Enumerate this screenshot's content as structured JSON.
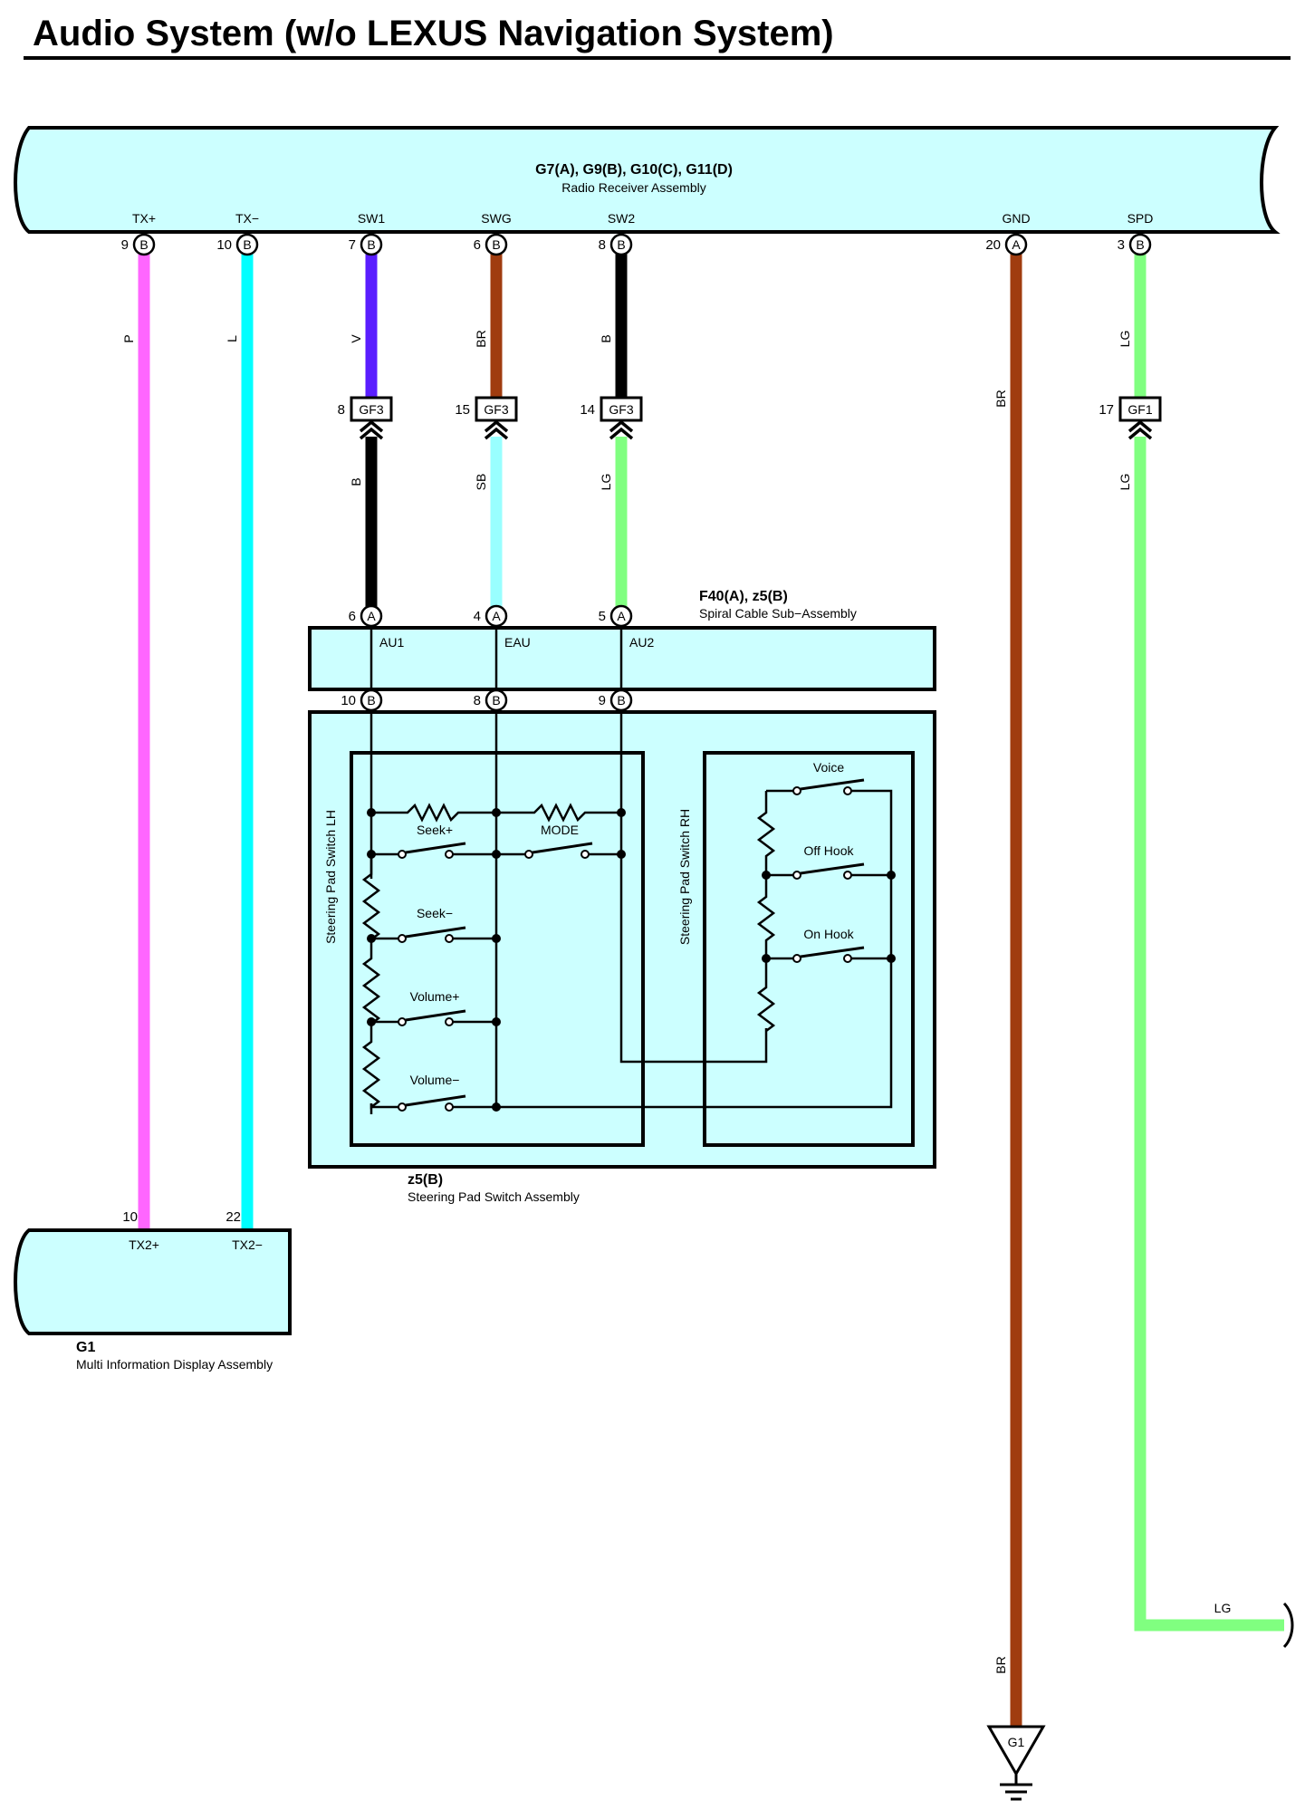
{
  "page": {
    "title": "Audio System (w/o LEXUS Navigation System)"
  },
  "colors": {
    "P": "#ff66ff",
    "L": "#00ffff",
    "V": "#5a1eff",
    "BR": "#a03c0f",
    "B": "#000000",
    "SB": "#99ffff",
    "LG": "#80ff80",
    "box_fill": "#ccffff"
  },
  "radio": {
    "code": "G7(A), G9(B), G10(C), G11(D)",
    "name": "Radio Receiver Assembly",
    "terminals": [
      {
        "name": "TX+",
        "pin": "9",
        "conn": "B"
      },
      {
        "name": "TX−",
        "pin": "10",
        "conn": "B"
      },
      {
        "name": "SW1",
        "pin": "7",
        "conn": "B"
      },
      {
        "name": "SWG",
        "pin": "6",
        "conn": "B"
      },
      {
        "name": "SW2",
        "pin": "8",
        "conn": "B"
      },
      {
        "name": "GND",
        "pin": "20",
        "conn": "A"
      },
      {
        "name": "SPD",
        "pin": "3",
        "conn": "B"
      }
    ]
  },
  "wires": {
    "txp": "P",
    "txm": "L",
    "sw1_top": "V",
    "swg_top": "BR",
    "sw2_top": "B",
    "sw1_bot": "B",
    "swg_bot": "SB",
    "sw2_bot": "LG",
    "gnd_top": "BR",
    "gnd_bot": "BR",
    "spd_top": "LG",
    "spd_bot": "LG",
    "spd_end": "LG"
  },
  "junctions": [
    {
      "pin": "8",
      "code": "GF3"
    },
    {
      "pin": "15",
      "code": "GF3"
    },
    {
      "pin": "14",
      "code": "GF3"
    },
    {
      "pin": "17",
      "code": "GF1"
    }
  ],
  "spiral": {
    "code": "F40(A), z5(B)",
    "name": "Spiral Cable Sub−Assembly",
    "top_terminals": [
      {
        "pin": "6",
        "conn": "A",
        "name": "AU1"
      },
      {
        "pin": "4",
        "conn": "A",
        "name": "EAU"
      },
      {
        "pin": "5",
        "conn": "A",
        "name": "AU2"
      }
    ],
    "bottom_terminals": [
      {
        "pin": "10",
        "conn": "B"
      },
      {
        "pin": "8",
        "conn": "B"
      },
      {
        "pin": "9",
        "conn": "B"
      }
    ]
  },
  "steering": {
    "code": "z5(B)",
    "name": "Steering Pad Switch Assembly",
    "lh_label": "Steering Pad Switch LH",
    "rh_label": "Steering Pad Switch RH",
    "switches": {
      "seek_plus": "Seek+",
      "mode": "MODE",
      "seek_minus": "Seek−",
      "volume_plus": "Volume+",
      "volume_minus": "Volume−",
      "voice": "Voice",
      "off_hook": "Off Hook",
      "on_hook": "On Hook"
    }
  },
  "mid": {
    "code": "G1",
    "name": "Multi Information Display Assembly",
    "terminals": [
      {
        "name": "TX2+",
        "pin": "10"
      },
      {
        "name": "TX2−",
        "pin": "22"
      }
    ]
  },
  "ground": {
    "label": "G1"
  }
}
